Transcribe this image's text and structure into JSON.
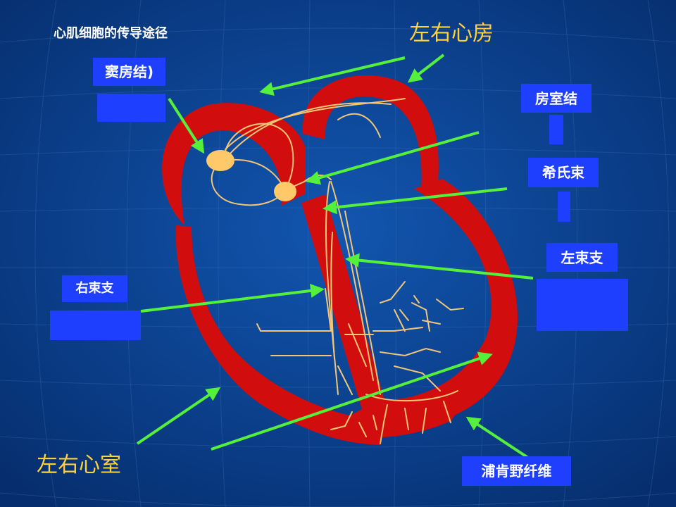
{
  "slide": {
    "title": "心肌细胞的传导途径",
    "big_labels": {
      "atria": "左右心房",
      "ventricles": "左右心室"
    },
    "boxes": {
      "sa_node": "窦房结)",
      "av_node": "房室结",
      "his_bundle": "希氏束",
      "left_bundle": "左束支",
      "right_bundle": "右束支",
      "purkinje": "浦肯野纤维"
    },
    "colors": {
      "background": "#0b3f8c",
      "box": "#1f3fff",
      "heart": "#d10d0d",
      "pathway": "#f3c577",
      "node": "#ffc96a",
      "arrow": "#55f03c",
      "big_label": "#ffd23c"
    }
  }
}
